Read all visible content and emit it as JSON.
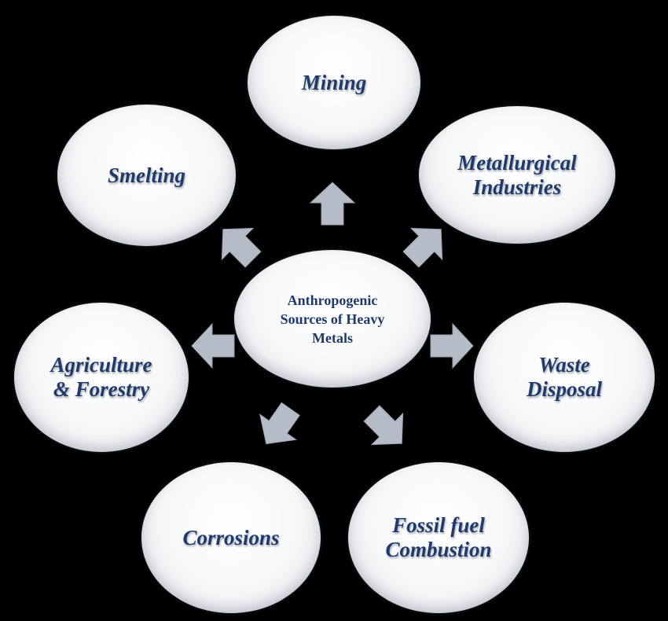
{
  "diagram": {
    "center": {
      "label": "Anthropogenic\nSources of Heavy\nMetals"
    },
    "sources": [
      {
        "id": "mining",
        "label": "Mining"
      },
      {
        "id": "metallurgical-industries",
        "label": "Metallurgical\nIndustries"
      },
      {
        "id": "waste-disposal",
        "label": "Waste\nDisposal"
      },
      {
        "id": "fossil-fuel-combustion",
        "label": "Fossil fuel\nCombustion"
      },
      {
        "id": "corrosions",
        "label": "Corrosions"
      },
      {
        "id": "agriculture-forestry",
        "label": "Agriculture\n& Forestry"
      },
      {
        "id": "smelting",
        "label": "Smelting"
      }
    ],
    "colors": {
      "background": "#000000",
      "text": "#1f3a68",
      "arrow": "#b5bcc8"
    }
  }
}
